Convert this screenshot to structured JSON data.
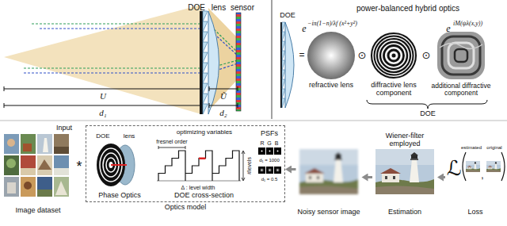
{
  "diagram": {
    "nodes": [
      {
        "text": [
          "Input",
          "Image dataset"
        ]
      },
      {
        "text": [
          "Optics model"
        ]
      },
      {
        "text": [
          "Phase Optics"
        ],
        "in": 1
      },
      {
        "text": [
          "DOE cross-section"
        ],
        "in": 1
      },
      {
        "text": [
          "PSFs"
        ],
        "in": 1
      },
      {
        "text": [
          "Noisy sensor image"
        ]
      },
      {
        "text": [
          "Wiener-filter employed",
          "Estimation"
        ]
      },
      {
        "text": [
          "Loss"
        ]
      }
    ],
    "edges": [
      {
        "from": 5,
        "to": 1,
        "arrow": "to"
      },
      {
        "from": 6,
        "to": 5,
        "arrow": "to"
      },
      {
        "from": 7,
        "to": 6,
        "arrow": "to"
      }
    ],
    "labels": [
      "DOE",
      "lens",
      "sensor",
      "U",
      "Ũ",
      "d₁",
      "d₂",
      "power-balanced hybrid optics",
      "DOE",
      "=",
      "e",
      "−iπ(1−n)/λf (x²+y²)",
      "⊙",
      "⊙",
      "e",
      "iM(ψλ(x,y))",
      "refractive lens",
      "diffractive lens component",
      "additional diffractive component",
      "DOE",
      "*",
      "DOE",
      "lens",
      "optimizing variables",
      "fresnel order",
      "#levels",
      "Δ : level width",
      "R",
      "G",
      "B",
      "d₁ = 1000",
      "d₁ = 0.5",
      "ℒ",
      ",",
      "estimated",
      "original"
    ]
  }
}
